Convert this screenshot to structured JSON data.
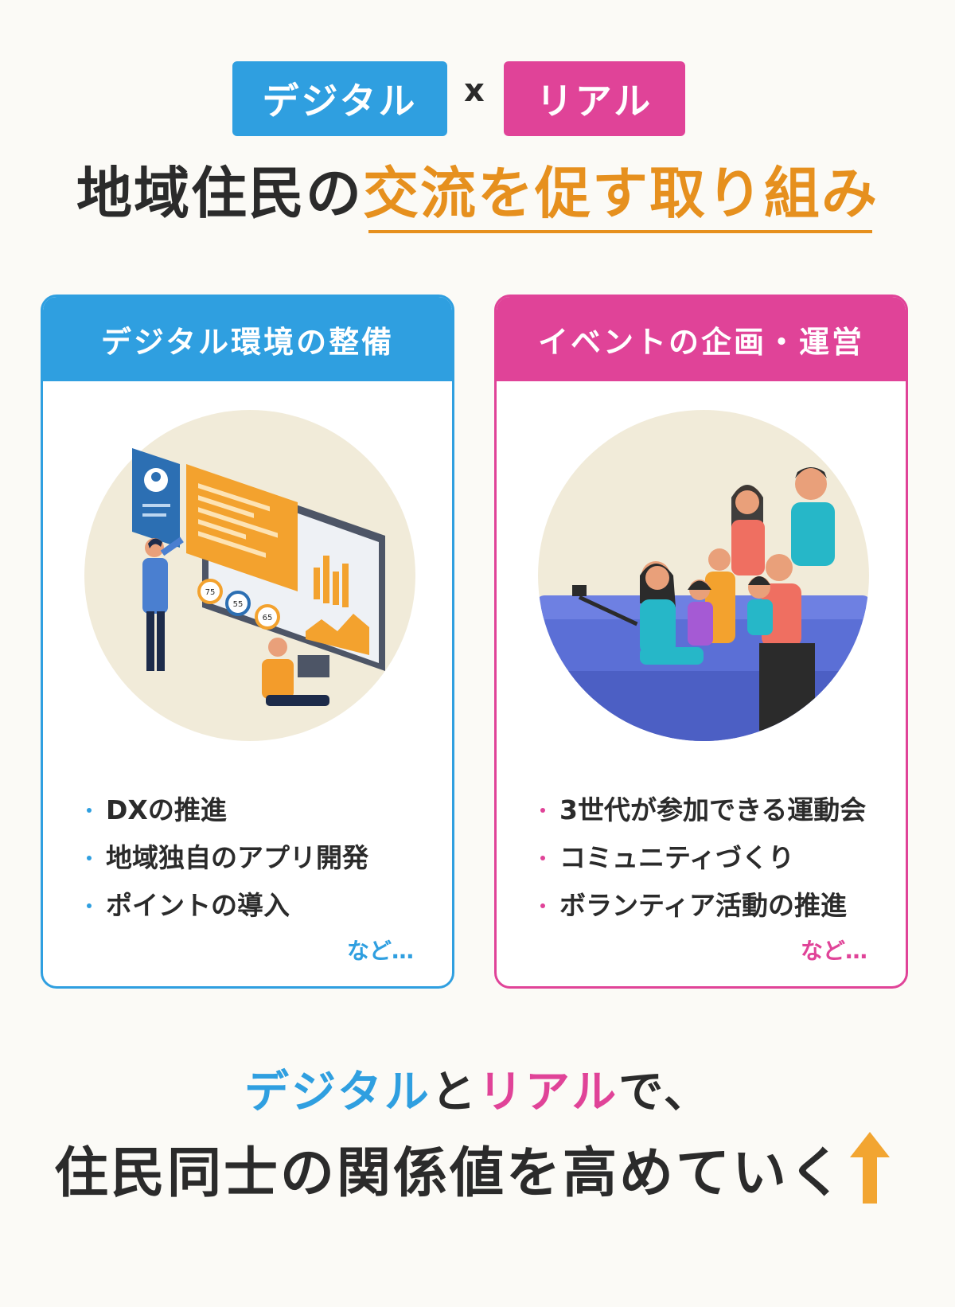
{
  "tags": {
    "digital": "デジタル",
    "times": "x",
    "real": "リアル"
  },
  "headline": {
    "lead": "地域住民の",
    "accent": "交流を促す取り組み"
  },
  "colors": {
    "blue": "#2f9fe0",
    "pink": "#e04398",
    "orange": "#e6901e",
    "dark": "#2b2b2b"
  },
  "cards": {
    "digital": {
      "header": "デジタル環境の整備",
      "items": [
        "DXの推進",
        "地域独自のアプリ開発",
        "ポイントの導入"
      ],
      "etc": "など…"
    },
    "event": {
      "header": "イベントの企画・運営",
      "items": [
        "3世代が参加できる運動会",
        "コミュニティづくり",
        "ボランティア活動の推進"
      ],
      "etc": "など…"
    }
  },
  "bottom": {
    "digital": "デジタル",
    "to": "と",
    "real": "リアル",
    "de": "で、",
    "line2": "住民同士の関係値を高めていく"
  },
  "illustration": {
    "gauges": [
      "75",
      "55",
      "65"
    ]
  },
  "icons": [
    "dashboard-illustration",
    "family-selfie-illustration",
    "up-arrow-icon"
  ]
}
